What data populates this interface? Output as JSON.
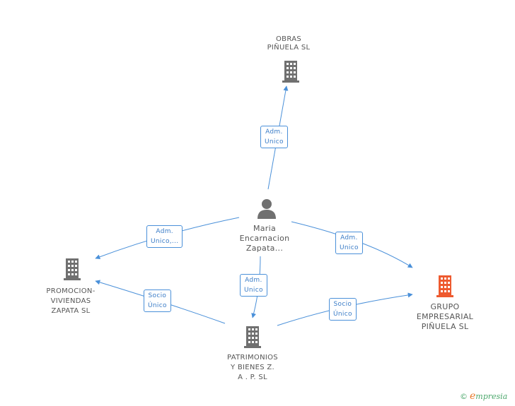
{
  "colors": {
    "edge": "#4a90d9",
    "node_icon": "#707070",
    "focus_icon": "#ee5a2f",
    "footer": "#4ca86c",
    "footer_e": "#e8782a"
  },
  "nodes": {
    "obras": {
      "label": "OBRAS\nPIÑUELA SL",
      "icon": "building-icon"
    },
    "maria": {
      "label": "Maria\nEncarnacion\nZapata...",
      "icon": "person-icon"
    },
    "promocion": {
      "label": "PROMOCION-\nVIVIENDAS\nZAPATA SL",
      "icon": "building-icon"
    },
    "patrimonios": {
      "label": "PATRIMONIOS\nY BIENES Z.\nA . P. SL",
      "icon": "building-icon"
    },
    "grupo": {
      "label": "GRUPO\nEMPRESARIAL\nPIÑUELA SL",
      "icon": "building-icon"
    }
  },
  "edges": [
    {
      "from": "maria",
      "to": "obras",
      "label": "Adm.\nUnico"
    },
    {
      "from": "maria",
      "to": "promocion",
      "label": "Adm.\nUnico,..."
    },
    {
      "from": "maria",
      "to": "grupo",
      "label": "Adm.\nUnico"
    },
    {
      "from": "maria",
      "to": "patrimonios",
      "label": "Adm.\nUnico"
    },
    {
      "from": "patrimonios",
      "to": "promocion",
      "label": "Socio\nÚnico"
    },
    {
      "from": "patrimonios",
      "to": "grupo",
      "label": "Socio\nÚnico"
    }
  ],
  "footer": {
    "copyright": "©",
    "brand_initial": "e",
    "brand_rest": "mpresia"
  }
}
